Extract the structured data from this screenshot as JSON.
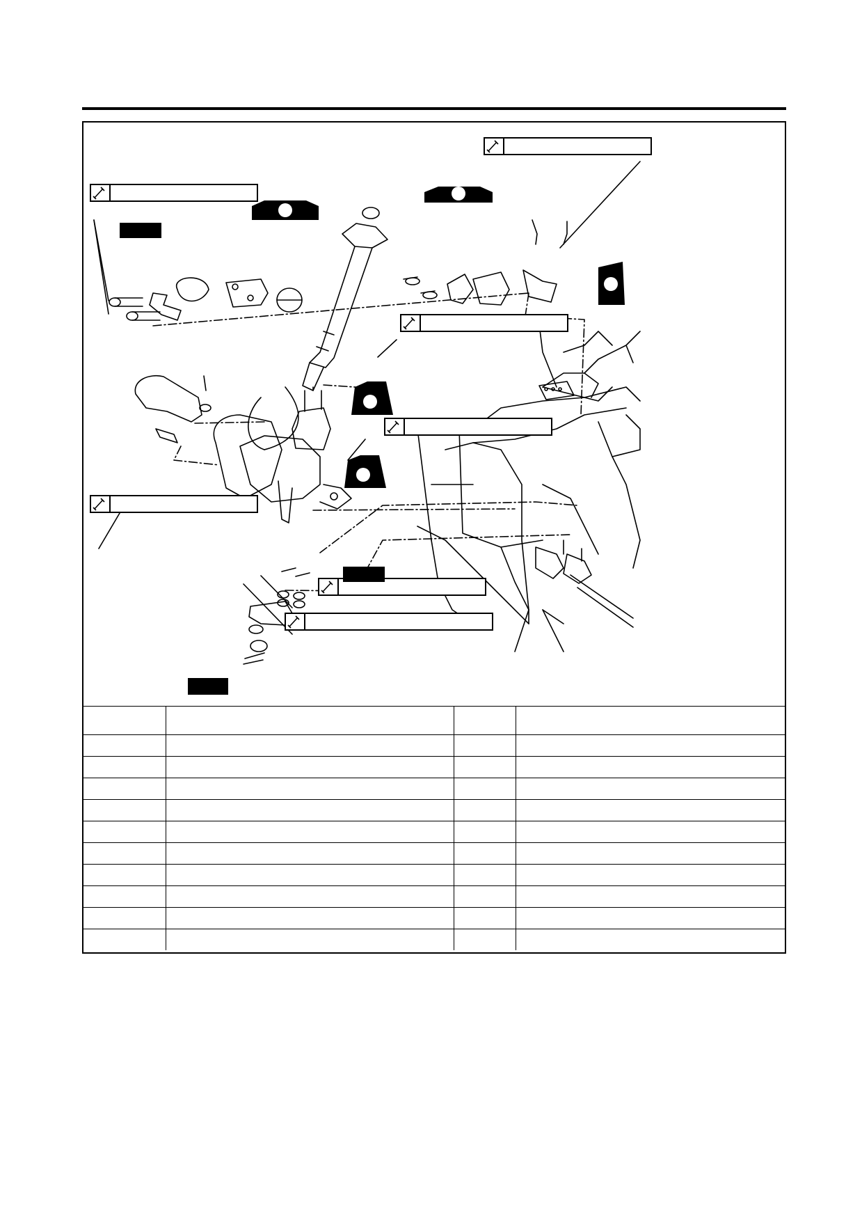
{
  "torque_boxes": [
    {
      "id": "t1",
      "label": ""
    },
    {
      "id": "t2",
      "label": ""
    },
    {
      "id": "t3",
      "label": ""
    },
    {
      "id": "t4",
      "label": ""
    },
    {
      "id": "t5",
      "label": ""
    },
    {
      "id": "t6",
      "label": ""
    },
    {
      "id": "t7",
      "label": ""
    }
  ],
  "badges": {
    "b1": "",
    "b2": "",
    "b3": ""
  },
  "table": {
    "headers": [
      "",
      "",
      "",
      ""
    ],
    "rows": [
      [
        "",
        "",
        "",
        ""
      ],
      [
        "",
        "",
        "",
        ""
      ],
      [
        "",
        "",
        "",
        ""
      ],
      [
        "",
        "",
        "",
        ""
      ],
      [
        "",
        "",
        "",
        ""
      ],
      [
        "",
        "",
        "",
        ""
      ],
      [
        "",
        "",
        "",
        ""
      ],
      [
        "",
        "",
        "",
        ""
      ],
      [
        "",
        "",
        "",
        ""
      ],
      [
        "",
        "",
        "",
        ""
      ]
    ]
  },
  "icons": {
    "torque": "wrench-icon",
    "grease": "grease-gun-icon",
    "locking_agent": "threadlock-icon",
    "new_part": "new-part-badge"
  },
  "colors": {
    "ink": "#000000",
    "paper": "#ffffff"
  }
}
